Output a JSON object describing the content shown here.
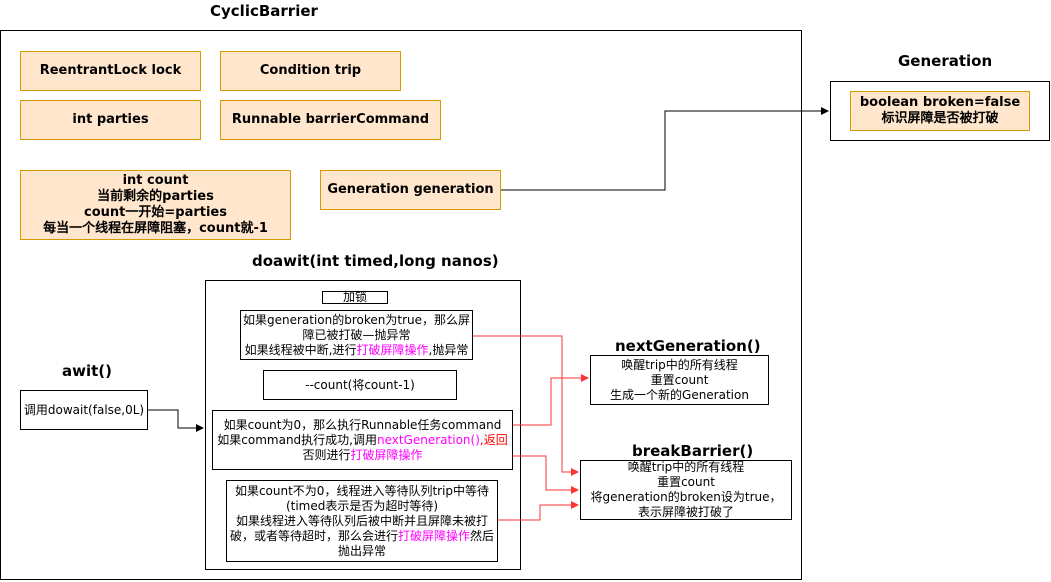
{
  "diagram": {
    "cyclic_title": "CyclicBarrier",
    "generation_title": "Generation",
    "fields": {
      "lock": "ReentrantLock lock",
      "trip": "Condition trip",
      "parties": "int parties",
      "barrier_command": "Runnable barrierCommand",
      "generation": "Generation generation",
      "count_lines": [
        "int count",
        "当前剩余的parties",
        "count一开始=parties",
        "每当一个线程在屏障阻塞，count就-1"
      ]
    },
    "generation_box": [
      "boolean broken=false",
      "标识屏障是否被打破"
    ],
    "dowait_title": "doawit(int timed,long nanos)",
    "lock_label": "加锁",
    "dowait_steps": {
      "step1": [
        "如果generation的broken为true，那么屏",
        "障已被打破—抛异常",
        "如果线程被中断,进行",
        "打破屏障操作",
        ",抛异常"
      ],
      "step2": "--count(将count-1)",
      "step3": [
        "如果count为0，那么执行Runnable任务command",
        "如果command执行成功,调用",
        "nextGeneration()",
        ",返回",
        "否则进行",
        "打破屏障操作"
      ],
      "step4": [
        "如果count不为0，线程进入等待队列trip中等待",
        "(timed表示是否为超时等待)",
        "如果线程进入等待队列后被中断并且屏障未被打",
        "破，或者等待超时，那么会进行",
        "打破屏障操作",
        "然后",
        "抛出异常"
      ]
    },
    "awit_title": "awit()",
    "awit_call": "调用dowait(false,0L)",
    "next_title": "nextGeneration()",
    "next_lines": [
      "唤醒trip中的所有线程",
      "重置count",
      "生成一个新的Generation"
    ],
    "break_title": "breakBarrier()",
    "break_lines": [
      "唤醒trip中的所有线程",
      "重置count",
      "将generation的broken设为true，",
      "表示屏障被打破了"
    ],
    "colors": {
      "field_fill": "#ffe6cc",
      "field_stroke": "#d79b00",
      "arrow_red": "#ff3333",
      "emphasis_magenta": "#ff00ff"
    }
  }
}
